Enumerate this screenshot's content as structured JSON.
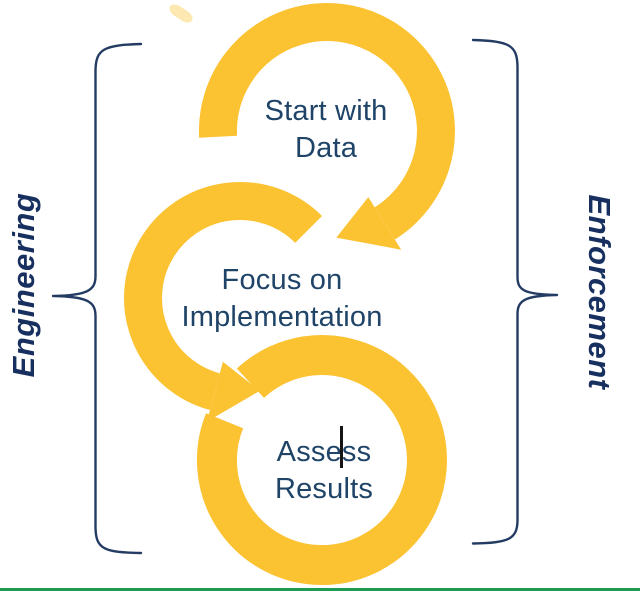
{
  "diagram": {
    "title_hint": "three-step cycle diagram",
    "steps": [
      {
        "id": "start-with-data",
        "lines": [
          "Start with",
          "Data"
        ]
      },
      {
        "id": "focus-implementation",
        "lines": [
          "Focus on",
          "Implementation"
        ]
      },
      {
        "id": "assess-results",
        "lines": [
          "Assess",
          "Results"
        ]
      }
    ],
    "side_labels": {
      "left": "Engineering",
      "right": "Enforcement"
    }
  },
  "colors": {
    "arrow_yellow": "#FBC232",
    "step_text_navy": "#1F4467",
    "side_label_navy": "#17305F",
    "brace_navy": "#243C63",
    "divider_green": "#1E9B50",
    "caret_black": "#151515"
  }
}
